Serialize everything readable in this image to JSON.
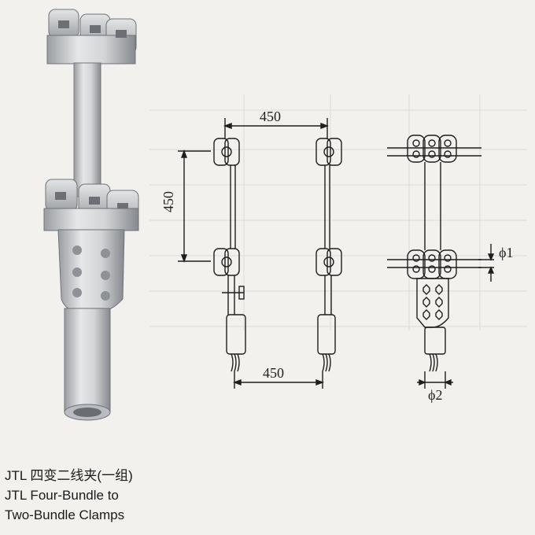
{
  "caption": {
    "line1": "JTL 四变二线夹(一组)",
    "line2": "JTL Four-Bundle to",
    "line3": "Two-Bundle Clamps"
  },
  "dimensions": {
    "top_span": "450",
    "vertical_span": "450",
    "bottom_span": "450",
    "phi1": "ϕ1",
    "phi2": "ϕ2"
  },
  "colors": {
    "background": "#f3f1ee",
    "metal_light": "#d9dadb",
    "metal_dark": "#8d9094",
    "line": "#1e1e1e"
  }
}
